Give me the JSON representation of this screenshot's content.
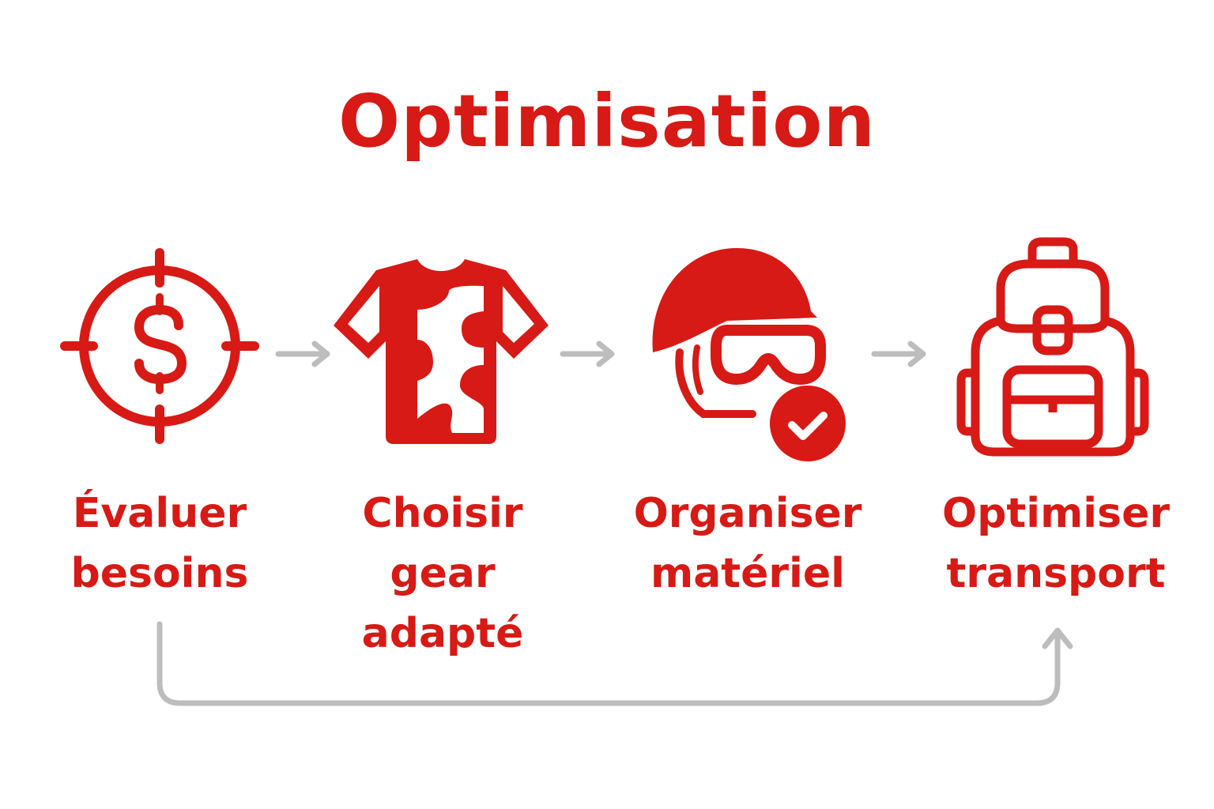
{
  "title": "Optimisation",
  "colors": {
    "accent": "#d71a15",
    "arrow": "#bdbdbd",
    "background": "#ffffff"
  },
  "steps": [
    {
      "icon": "target-dollar-icon",
      "lines": [
        "Évaluer",
        "besoins"
      ]
    },
    {
      "icon": "tshirt-camo-icon",
      "lines": [
        "Choisir",
        "gear",
        "adapté"
      ]
    },
    {
      "icon": "helmet-goggles-check-icon",
      "lines": [
        "Organiser",
        "matériel"
      ]
    },
    {
      "icon": "backpack-icon",
      "lines": [
        "Optimiser",
        "transport"
      ]
    }
  ],
  "connectors": [
    "arrow-right",
    "arrow-right",
    "arrow-right",
    "loop-arrow-from-step1-to-step4"
  ]
}
